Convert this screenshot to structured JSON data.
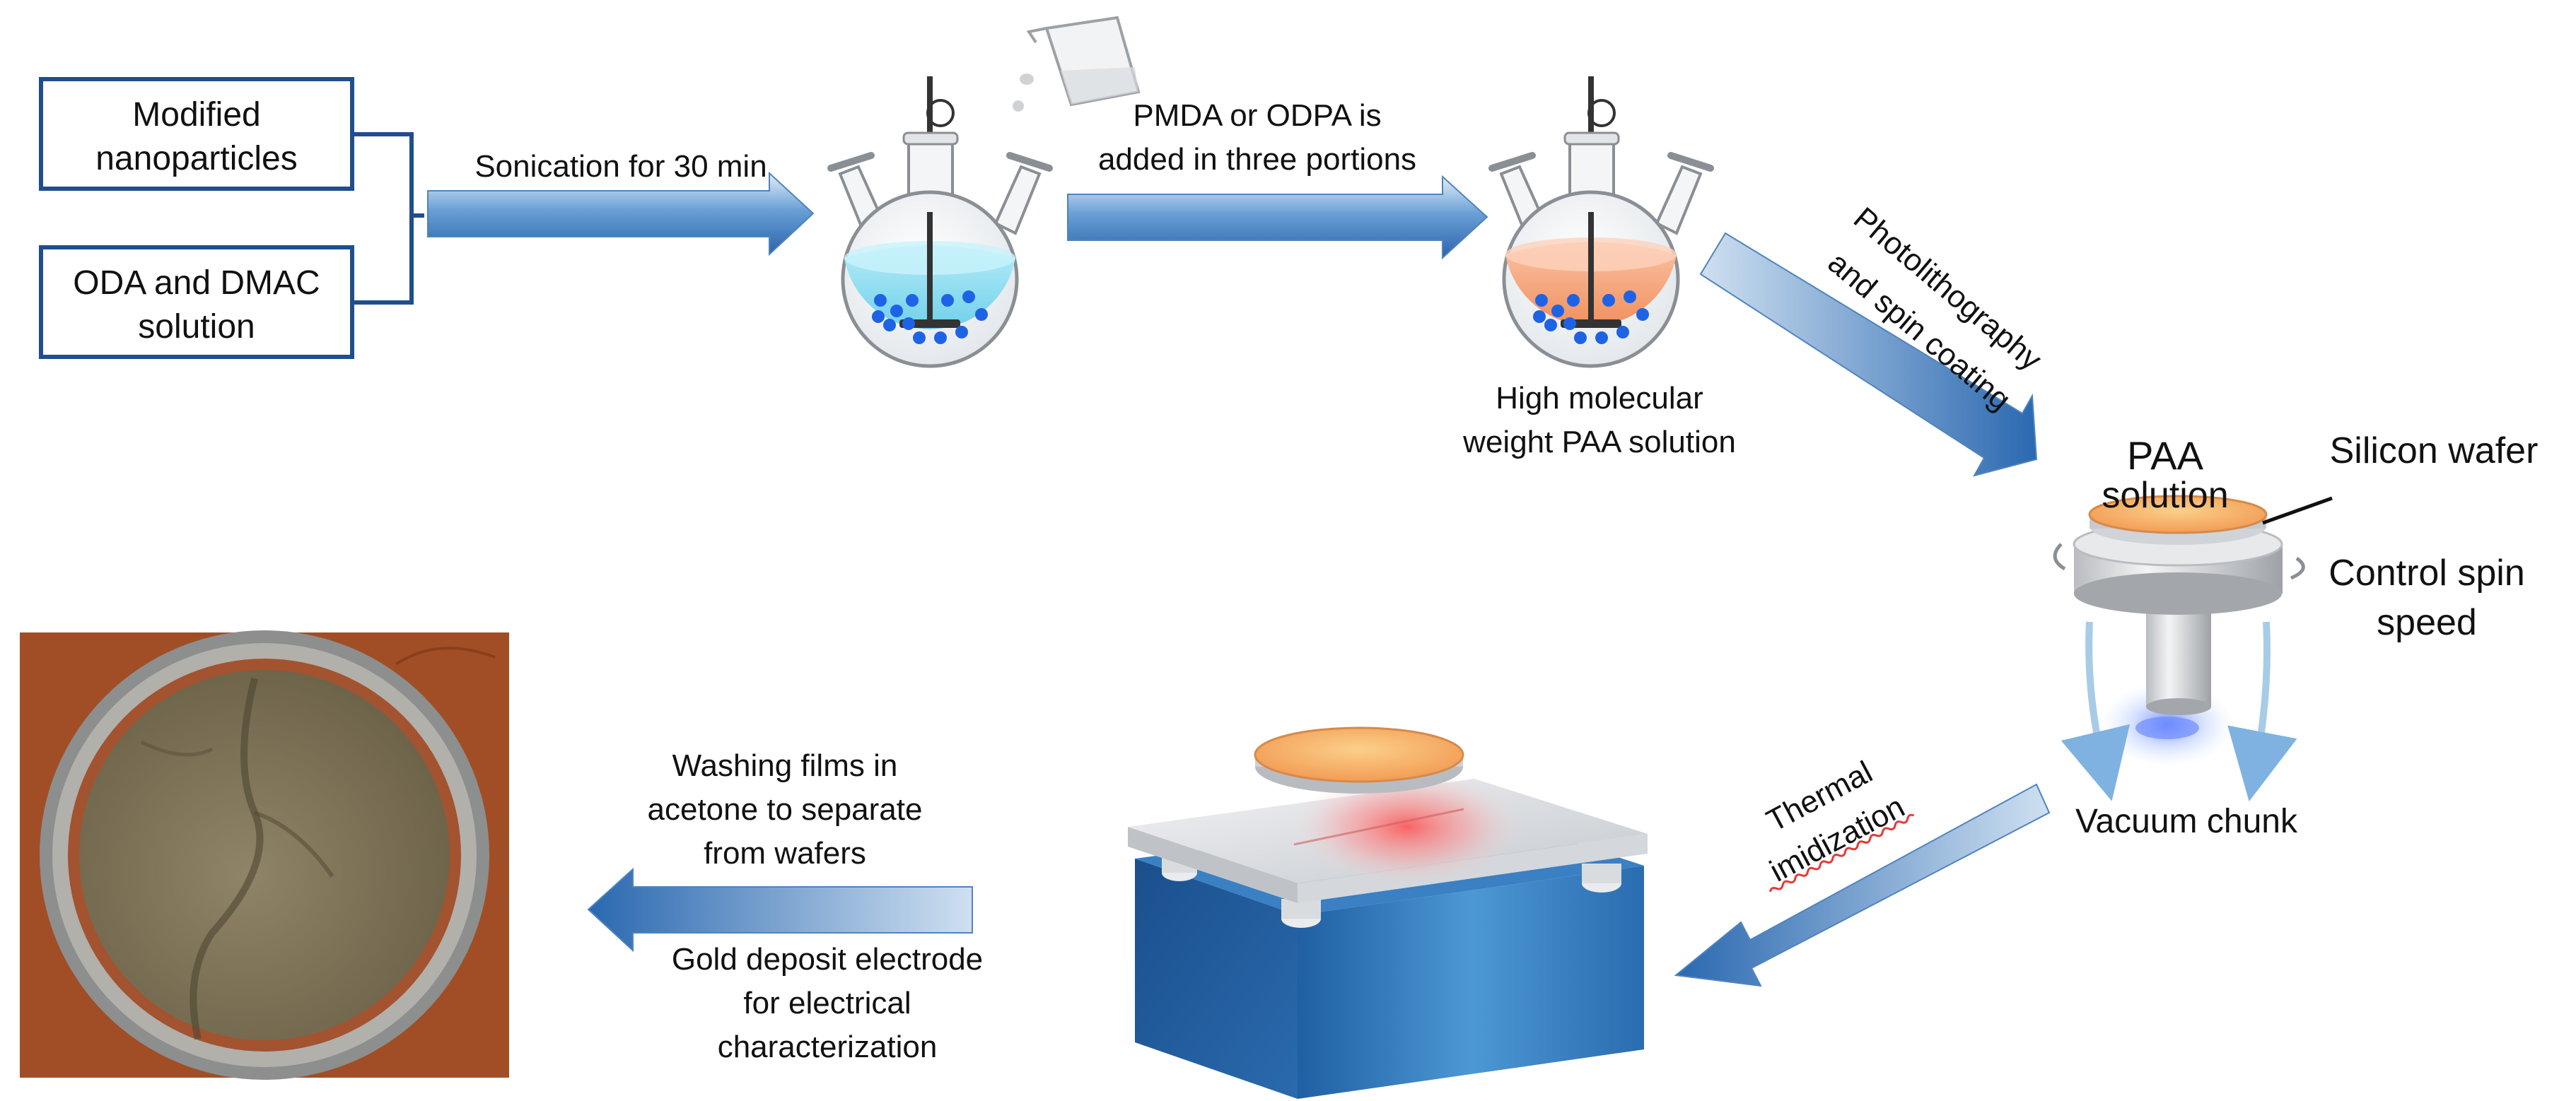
{
  "inputs": {
    "box1_line1": "Modified",
    "box1_line2": "nanoparticles",
    "box2_line1": "ODA and DMAC",
    "box2_line2": "solution"
  },
  "steps": {
    "sonication": "Sonication for 30 min",
    "dianhydride_line1": "PMDA or ODPA is",
    "dianhydride_line2": "added in three portions",
    "paa_line1": "High molecular",
    "paa_line2": "weight PAA solution",
    "photo_line1": "Photolithography",
    "photo_line2": "and spin coating",
    "thermal_line1": "Thermal",
    "thermal_line2": "imidization",
    "wash_line1": "Washing films in",
    "wash_line2": "acetone to separate",
    "wash_line3": "from wafers",
    "gold_line1": "Gold deposit electrode",
    "gold_line2": "for electrical",
    "gold_line3": "characterization"
  },
  "spin_coater": {
    "paa_line1": "PAA",
    "paa_line2": "solution",
    "wafer": "Silicon wafer",
    "speed_line1": "Control spin",
    "speed_line2": "speed",
    "vacuum": "Vacuum chunk"
  },
  "colors": {
    "arrow_dark": "#2e6fb5",
    "arrow_light": "#c9dcef",
    "box_border": "#1f4e8c",
    "solution_blue": "#8fdcf0",
    "solution_orange": "#f5a27a",
    "particle_blue": "#1e63e6",
    "hotplate_blue": "#2f7ec0",
    "film_orange": "#f6a35e",
    "photo_bg": "#a8532a"
  }
}
